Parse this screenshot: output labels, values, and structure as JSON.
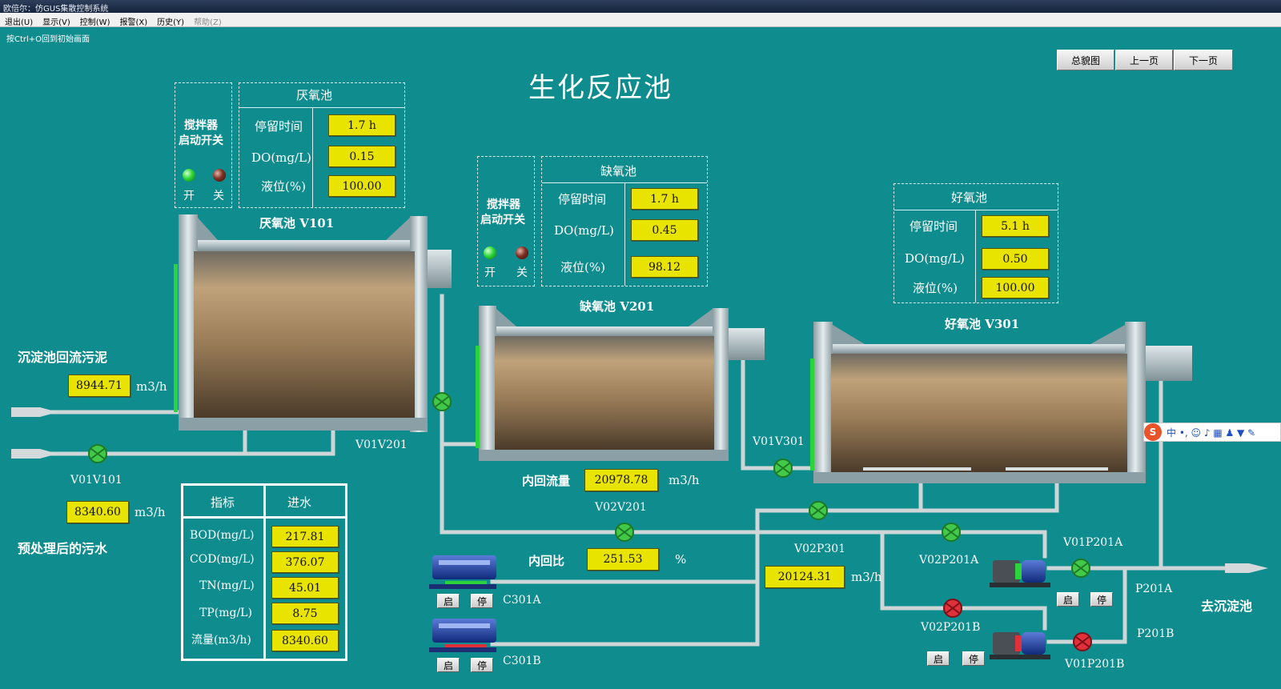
{
  "window": {
    "title": "欧倍尔：仿GUS集散控制系统"
  },
  "menu": [
    "退出(U)",
    "显示(V)",
    "控制(W)",
    "报警(X)",
    "历史(Y)",
    "帮助(Z)"
  ],
  "hint": "按Ctrl+O回到初始画面",
  "nav": {
    "overview": "总貌图",
    "prev": "上一页",
    "next": "下一页"
  },
  "page_title": "生化反应池",
  "common": {
    "dwell_label": "停留时间",
    "do_label": "DO(mg/L)",
    "level_label": "液位(%)",
    "mixer_label_1": "搅拌器",
    "mixer_label_2": "启动开关",
    "on": "开",
    "off": "关",
    "start": "启",
    "stop": "停",
    "unit_m3h": "m3/h",
    "unit_pct": "%"
  },
  "anaerobic": {
    "header": "厌氧池",
    "dwell": "1.7 h",
    "do": "0.15",
    "level": "100.00",
    "tank_label": "厌氧池   V101"
  },
  "anoxic": {
    "header": "缺氧池",
    "dwell": "1.7 h",
    "do": "0.45",
    "level": "98.12",
    "tank_label": "缺氧池   V201"
  },
  "aerobic": {
    "header": "好氧池",
    "dwell": "5.1 h",
    "do": "0.50",
    "level": "100.00",
    "tank_label": "好氧池   V301"
  },
  "return_sludge": {
    "label": "沉淀池回流污泥",
    "flow": "8944.71"
  },
  "pretreated": {
    "label": "预处理后的污水",
    "flow": "8340.60"
  },
  "internal_flow": {
    "label": "内回流量",
    "value": "20978.78"
  },
  "internal_ratio": {
    "label": "内回比",
    "value": "251.53"
  },
  "air_flow": {
    "value": "20124.31"
  },
  "outlet": {
    "label": "去沉淀池"
  },
  "index_table": {
    "headers": [
      "指标",
      "进水"
    ],
    "rows": [
      {
        "name": "BOD(mg/L)",
        "value": "217.81"
      },
      {
        "name": "COD(mg/L)",
        "value": "376.07"
      },
      {
        "name": "TN(mg/L)",
        "value": "45.01"
      },
      {
        "name": "TP(mg/L)",
        "value": "8.75"
      },
      {
        "name": "流量(m3/h)",
        "value": "8340.60"
      }
    ]
  },
  "tags": {
    "V01V101": "V01V101",
    "V01V201": "V01V201",
    "V01V301": "V01V301",
    "V02V201": "V02V201",
    "V02P301": "V02P301",
    "V02P201A": "V02P201A",
    "V02P201B": "V02P201B",
    "V01P201A": "V01P201A",
    "V01P201B": "V01P201B",
    "P201A": "P201A",
    "P201B": "P201B",
    "C301A": "C301A",
    "C301B": "C301B"
  },
  "ime": {
    "logo": "S",
    "text": "中 •, ☺ ♪ ▦ ♟ ▼ ✎"
  },
  "colors": {
    "background": "#0e8c8e",
    "value_box": "#e9e300",
    "pipe": "#cfd6d8",
    "valve_open": "#43c94a",
    "valve_closed": "#e0303a"
  }
}
